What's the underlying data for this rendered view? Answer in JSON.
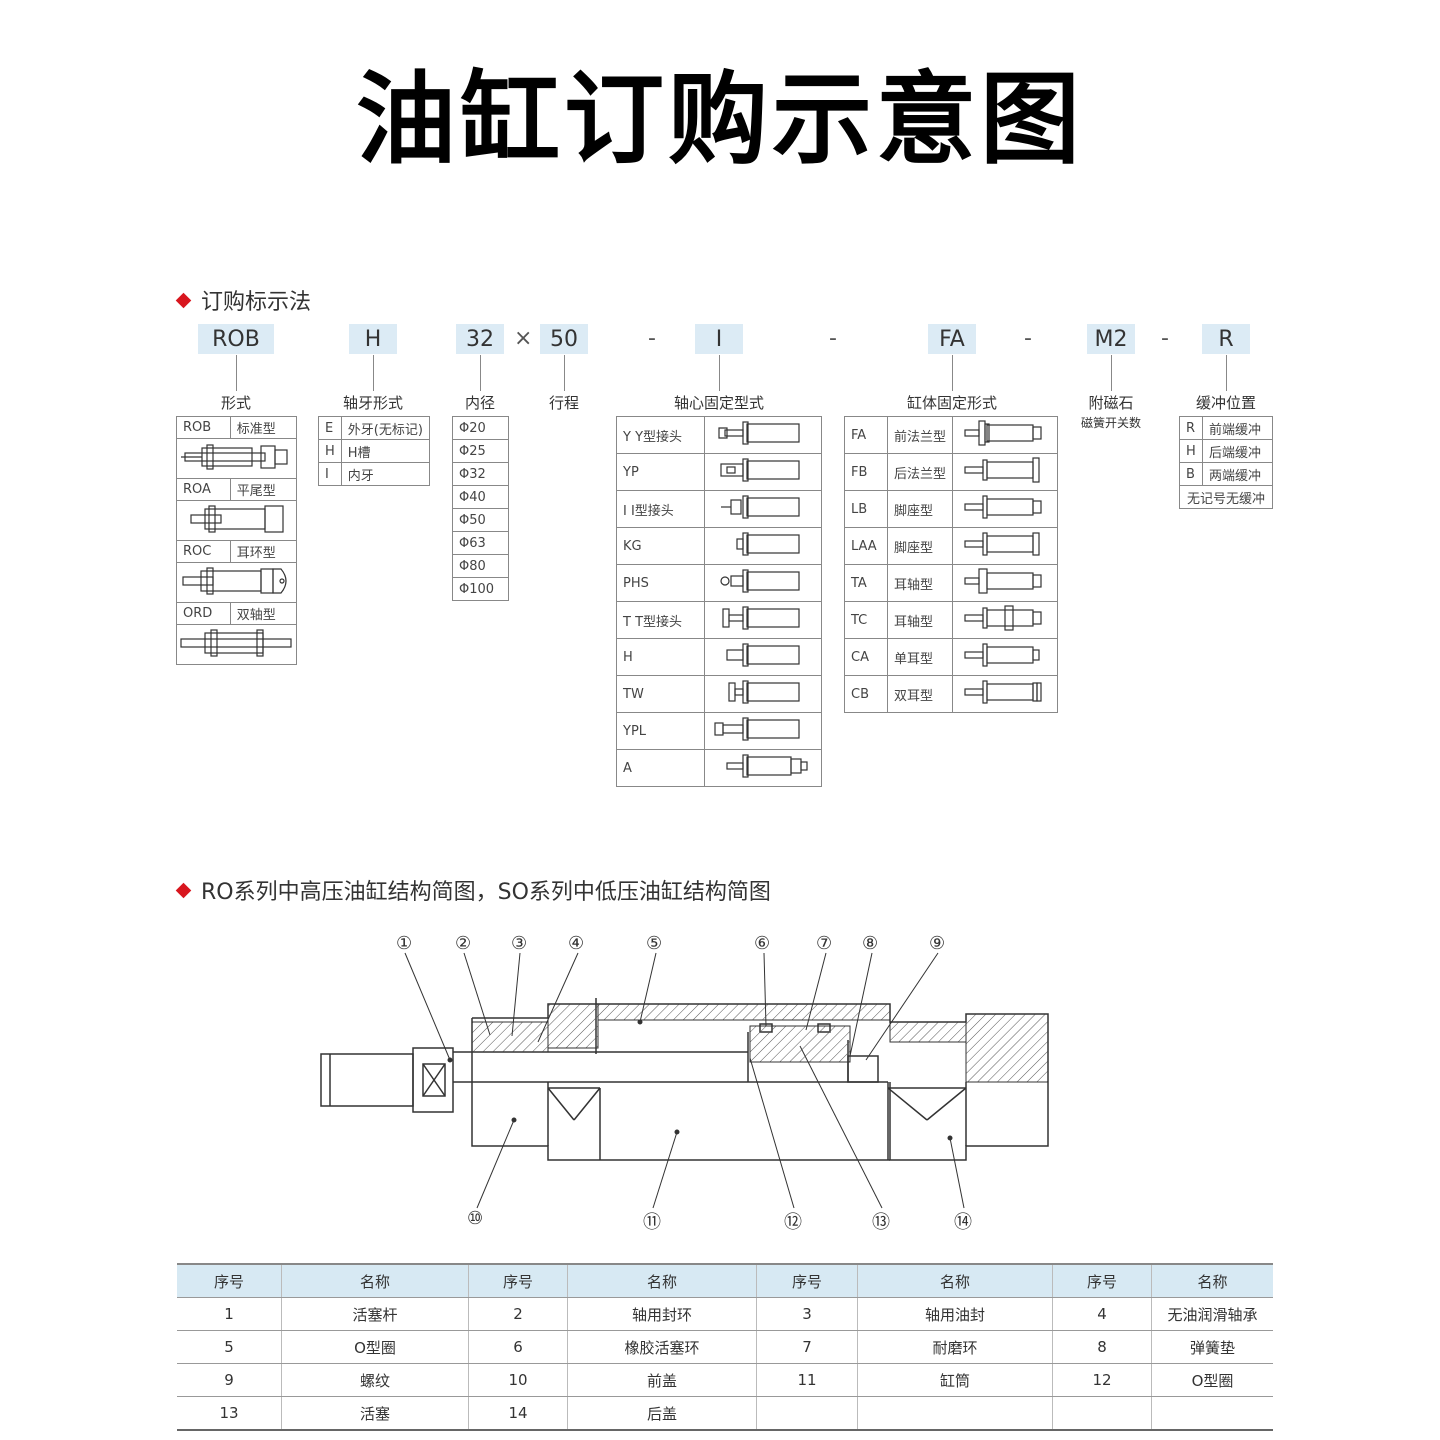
{
  "title": "油缸订购示意图",
  "section1": {
    "heading": "订购标示法",
    "codes": [
      "ROB",
      "H",
      "32",
      "×",
      "50",
      "-",
      "I",
      "-",
      "FA",
      "-",
      "M2",
      "-",
      "R"
    ],
    "labels": {
      "form": "形式",
      "thread": "轴牙形式",
      "bore": "内径",
      "stroke": "行程",
      "shaft_mount": "轴心固定型式",
      "body_mount": "缸体固定形式",
      "magnet": "附磁石",
      "magnet_sub": "磁簧开关数",
      "cushion": "缓冲位置"
    },
    "form_table": [
      {
        "code": "ROB",
        "name": "标准型"
      },
      {
        "code": "ROA",
        "name": "平尾型"
      },
      {
        "code": "ROC",
        "name": "耳环型"
      },
      {
        "code": "ORD",
        "name": "双轴型"
      }
    ],
    "thread_table": [
      {
        "code": "E",
        "name": "外牙(无标记)"
      },
      {
        "code": "H",
        "name": "H槽"
      },
      {
        "code": "I",
        "name": "内牙"
      }
    ],
    "bore_table": [
      "Φ20",
      "Φ25",
      "Φ32",
      "Φ40",
      "Φ50",
      "Φ63",
      "Φ80",
      "Φ100"
    ],
    "shaft_table": [
      "Y  Y型接头",
      "YP",
      "I  I型接头",
      "KG",
      "PHS",
      "T  T型接头",
      "H",
      "TW",
      "YPL",
      "A"
    ],
    "body_table": [
      {
        "code": "FA",
        "name": "前法兰型"
      },
      {
        "code": "FB",
        "name": "后法兰型"
      },
      {
        "code": "LB",
        "name": "脚座型"
      },
      {
        "code": "LAA",
        "name": "脚座型"
      },
      {
        "code": "TA",
        "name": "耳轴型"
      },
      {
        "code": "TC",
        "name": "耳轴型"
      },
      {
        "code": "CA",
        "name": "单耳型"
      },
      {
        "code": "CB",
        "name": "双耳型"
      }
    ],
    "cushion_table": [
      {
        "code": "R",
        "name": "前端缓冲"
      },
      {
        "code": "H",
        "name": "后端缓冲"
      },
      {
        "code": "B",
        "name": "两端缓冲"
      }
    ],
    "cushion_none": "无记号无缓冲"
  },
  "section2": {
    "heading": "RO系列中高压油缸结构简图，SO系列中低压油缸结构简图",
    "callouts_top": [
      "①",
      "②",
      "③",
      "④",
      "⑤",
      "⑥",
      "⑦",
      "⑧",
      "⑨"
    ],
    "callouts_bottom": [
      "⑩",
      "⑪",
      "⑫",
      "⑬",
      "⑭"
    ]
  },
  "parts": {
    "headers": [
      "序号",
      "名称",
      "序号",
      "名称",
      "序号",
      "名称",
      "序号",
      "名称"
    ],
    "rows": [
      [
        "1",
        "活塞杆",
        "2",
        "轴用封环",
        "3",
        "轴用油封",
        "4",
        "无油润滑轴承"
      ],
      [
        "5",
        "O型圈",
        "6",
        "橡胶活塞环",
        "7",
        "耐磨环",
        "8",
        "弹簧垫"
      ],
      [
        "9",
        "螺纹",
        "10",
        "前盖",
        "11",
        "缸筒",
        "12",
        "O型圈"
      ],
      [
        "13",
        "活塞",
        "14",
        "后盖",
        "",
        "",
        "",
        ""
      ]
    ]
  }
}
